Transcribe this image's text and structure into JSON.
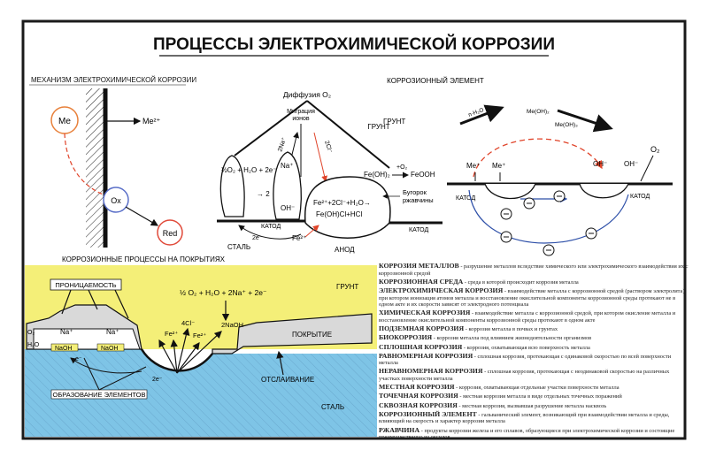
{
  "title": "ПРОЦЕССЫ ЭЛЕКТРОХИМИЧЕСКОЙ КОРРОЗИИ",
  "mechanism": {
    "heading": "МЕХАНИЗМ ЭЛЕКТРОХИМИЧЕСКОЙ КОРРОЗИИ",
    "me": "Me",
    "me_ion": "Me²⁺",
    "ox": "Ox",
    "red": "Red"
  },
  "central": {
    "diffusion": "Диффузия O₂",
    "migration_line1": "Миграция",
    "migration_line2": "ионов",
    "soil": "ГРУНТ",
    "na_plus": "2Na⁺",
    "cl_minus": "2Cl⁻",
    "o2_eq": "½O₂ + H₂O + 2e⁻",
    "arrow_2": "→ 2",
    "na_ion": "Na⁺",
    "oh_ion": "OH⁻",
    "feoh2": "Fe(OH)₂",
    "plus_o2": "+O₂",
    "feooh": "FeOOH",
    "anode_eq1": "Fe²⁺+2Cl⁻+H₂O→",
    "anode_eq2": "Fe(OH)Cl+HCl",
    "bump1": "Бугорок",
    "bump2": "ржавчины",
    "cathode": "КАТОД",
    "cathode2": "КАТОД",
    "steel": "СТАЛЬ",
    "electrons": "2e⁻",
    "fe_ion": "Fe²⁺",
    "anode": "АНОД"
  },
  "element": {
    "heading": "КОРРОЗИОННЫЙ ЭЛЕМЕНТ",
    "nh2o": "n·H₂O",
    "meoh1": "Me(OH)₂",
    "meoh2": "Me(OH)₃",
    "soil": "ГРУНТ",
    "me1": "Me⁺",
    "me2": "Me⁺",
    "oh1": "OH⁻",
    "oh2": "OH⁻",
    "o2": "O₂",
    "cathode_left": "КАТОД",
    "cathode_right": "КАТОД"
  },
  "coating": {
    "heading": "КОРРОЗИОННЫЕ ПРОЦЕССЫ НА ПОКРЫТИЯХ",
    "permeability": "ПРОНИЦАЕМОСТЬ",
    "soil": "ГРУНТ",
    "reaction": "½ O₂ + H₂O + 2Na⁺ + 2e⁻",
    "na1": "Na⁺",
    "na2": "Na⁺",
    "naoh1": "NaOH",
    "naoh2": "NaOH",
    "naoh3": "2NaOH",
    "o2": "O₂",
    "h2o": "H₂O",
    "e1": "e⁻",
    "e2": "2e⁻",
    "cl": "4Cl⁻",
    "fe1": "Fe²⁺",
    "fe2": "Fe²⁺",
    "coating_label": "ПОКРЫТИЕ",
    "formation": "ОБРАЗОВАНИЕ ЭЛЕМЕНТОВ",
    "peeling": "ОТСЛАИВАНИЕ",
    "steel": "СТАЛЬ"
  },
  "glossary": [
    {
      "term": "КОРРОЗИЯ МЕТАЛЛОВ",
      "def": " - разрушение металлов вследствие химического или электрохимического взаимодействия их с коррозионной средой"
    },
    {
      "term": "КОРРОЗИОННАЯ СРЕДА",
      "def": " - среда в которой происходит коррозия металла"
    },
    {
      "term": "ЭЛЕКТРОХИМИЧЕСКАЯ КОРРОЗИЯ",
      "def": " - взаимодействие металла с коррозионной средой (раствором электролита), при котором ионизация атомов металла и восстановление окислительной компоненты коррозионной среды протекают не в одном акте и их скорости зависят от электродного потенциала"
    },
    {
      "term": "ХИМИЧЕСКАЯ КОРРОЗИЯ",
      "def": " - взаимодействие металла с коррозионной средой, при котором окисление металла и восстановление окислительной компоненты коррозионной среды протекают в одном акте"
    },
    {
      "term": "ПОДЗЕМНАЯ КОРРОЗИЯ",
      "def": " - коррозия металла в почвах и грунтах"
    },
    {
      "term": "БИОКОРРОЗИЯ",
      "def": " - коррозия металла под влиянием жизнедеятельности организмов"
    },
    {
      "term": "СПЛОШНАЯ КОРРОЗИЯ",
      "def": " - коррозия, охватывающая всю поверхность металла"
    },
    {
      "term": "РАВНОМЕРНАЯ КОРРОЗИЯ",
      "def": " - сплошная коррозия, протекающая с одинаковой скоростью по всей поверхности металла"
    },
    {
      "term": "НЕРАВНОМЕРНАЯ КОРРОЗИЯ",
      "def": " - сплошная коррозия, протекающая с неодинаковой скоростью на различных участках поверхности металла"
    },
    {
      "term": "МЕСТНАЯ КОРРОЗИЯ",
      "def": " - коррозия, охватывающая отдельные участки поверхности металла"
    },
    {
      "term": "ТОЧЕЧНАЯ КОРРОЗИЯ",
      "def": " - местная коррозия металла в виде отдельных точечных поражений"
    },
    {
      "term": "СКВОЗНАЯ КОРРОЗИЯ",
      "def": " - местная коррозия, вызвавшая разрушение металла насквозь"
    },
    {
      "term": "КОРРОЗИОННЫЙ ЭЛЕМЕНТ",
      "def": " - гальванический элемент, возникающий при взаимодействии металла и среды, влияющий на скорость и характер коррозии металла"
    },
    {
      "term": "РЖАВЧИНА",
      "def": " - продукты коррозии железа и его сплавов, образующиеся при электрохимической коррозии и состоящие преимущественно из оксидов"
    }
  ],
  "colors": {
    "frame": "#1a1a1a",
    "red_arrow": "#e0442a",
    "blue_arrow": "#2d4fa8",
    "yellow_soil": "#f4ef78",
    "blue_steel": "#7ec4e6",
    "me_circle": "#e8803a",
    "ox_circle": "#5a6fc8",
    "red_circle": "#e04a3a"
  }
}
